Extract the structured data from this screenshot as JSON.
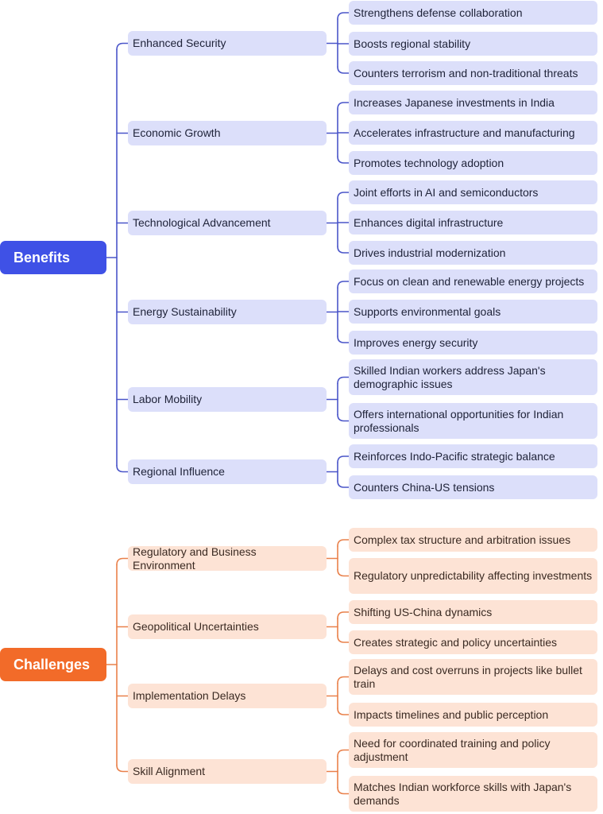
{
  "benefits": {
    "label": "Benefits",
    "color": "#3f51e6",
    "categories": [
      {
        "label": "Enhanced Security",
        "items": [
          "Strengthens defense collaboration",
          "Boosts regional stability",
          "Counters terrorism and non-traditional threats"
        ]
      },
      {
        "label": "Economic Growth",
        "items": [
          "Increases Japanese investments in India",
          "Accelerates infrastructure and manufacturing",
          "Promotes technology adoption"
        ]
      },
      {
        "label": "Technological Advancement",
        "items": [
          "Joint efforts in AI and semiconductors",
          "Enhances digital infrastructure",
          "Drives industrial modernization"
        ]
      },
      {
        "label": "Energy Sustainability",
        "items": [
          "Focus on clean and renewable energy projects",
          "Supports environmental goals",
          "Improves energy security"
        ]
      },
      {
        "label": "Labor Mobility",
        "items": [
          "Skilled Indian workers address Japan's demographic issues",
          "Offers international opportunities for Indian professionals"
        ]
      },
      {
        "label": "Regional Influence",
        "items": [
          "Reinforces Indo-Pacific strategic balance",
          "Counters China-US tensions"
        ]
      }
    ]
  },
  "challenges": {
    "label": "Challenges",
    "color": "#f26b29",
    "categories": [
      {
        "label": "Regulatory and Business Environment",
        "items": [
          "Complex tax structure and arbitration issues",
          "Regulatory unpredictability affecting investments"
        ]
      },
      {
        "label": "Geopolitical Uncertainties",
        "items": [
          "Shifting US-China dynamics",
          "Creates strategic and policy uncertainties"
        ]
      },
      {
        "label": "Implementation Delays",
        "items": [
          "Delays and cost overruns in projects like bullet train",
          "Impacts timelines and public perception"
        ]
      },
      {
        "label": "Skill Alignment",
        "items": [
          "Need for coordinated training and policy adjustment",
          "Matches Indian workforce skills with Japan's demands"
        ]
      }
    ]
  }
}
